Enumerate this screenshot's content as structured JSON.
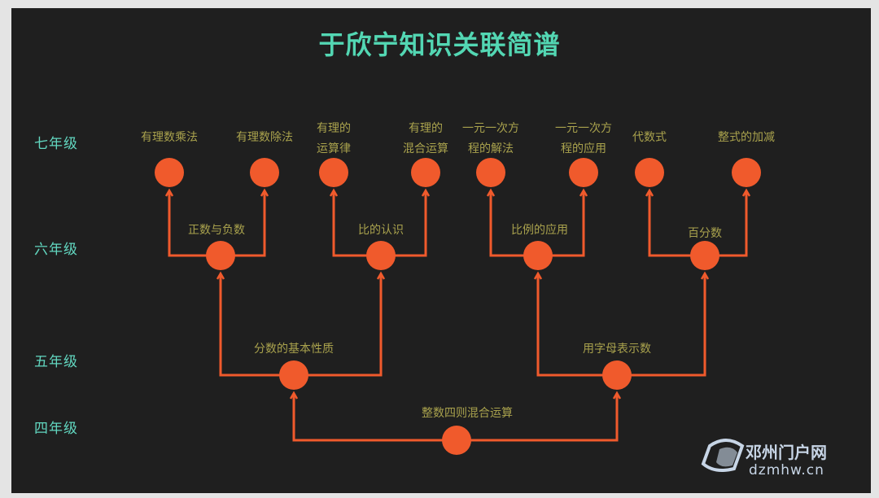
{
  "title": "于欣宁知识关联简谱",
  "grades": [
    "七年级",
    "六年级",
    "五年级",
    "四年级"
  ],
  "leaves": [
    {
      "lines": [
        "有理数乘法"
      ]
    },
    {
      "lines": [
        "有理数除法"
      ]
    },
    {
      "lines": [
        "有理的",
        "运算律"
      ]
    },
    {
      "lines": [
        "有理的",
        "混合运算"
      ]
    },
    {
      "lines": [
        "一元一次方",
        "程的解法"
      ]
    },
    {
      "lines": [
        "一元一次方",
        "程的应用"
      ]
    },
    {
      "lines": [
        "代数式"
      ]
    },
    {
      "lines": [
        "整式的加减"
      ]
    }
  ],
  "level6": [
    "正数与负数",
    "比的认识",
    "比例的应用",
    "百分数"
  ],
  "level5": [
    "分数的基本性质",
    "用字母表示数"
  ],
  "level4": [
    "整数四则混合运算"
  ],
  "watermark": {
    "site": "邓州门户网",
    "url": "dzmhw.cn"
  },
  "colors": {
    "node": "#f05a2c",
    "line": "#f05a2c",
    "background": "#1f1f1f",
    "title": "#53d7b3",
    "grade": "#62d7c0",
    "label": "#a9a24d"
  }
}
